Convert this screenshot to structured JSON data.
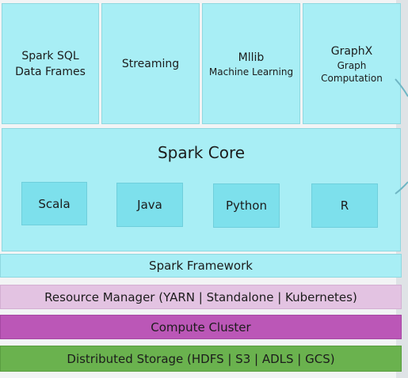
{
  "libraries": [
    {
      "line1": "Spark SQL",
      "line2": "Data Frames"
    },
    {
      "line1": "Streaming",
      "line2": ""
    },
    {
      "line1": "Mllib",
      "line2": "Machine Learning"
    },
    {
      "line1": "GraphX",
      "line2": "Graph",
      "line3": "Computation"
    }
  ],
  "core": {
    "title": "Spark Core",
    "languages": [
      "Scala",
      "Java",
      "Python",
      "R"
    ]
  },
  "layers": {
    "framework": "Spark Framework",
    "resource_manager": "Resource Manager (YARN | Standalone | Kubernetes)",
    "compute_cluster": "Compute Cluster",
    "storage": "Distributed Storage (HDFS | S3 | ADLS | GCS)"
  },
  "colors": {
    "library_fill": "#a8eef5",
    "language_fill": "#7de0ec",
    "resource_fill": "#e3c3e2",
    "compute_fill": "#bb57b7",
    "storage_fill": "#6ab24e"
  }
}
